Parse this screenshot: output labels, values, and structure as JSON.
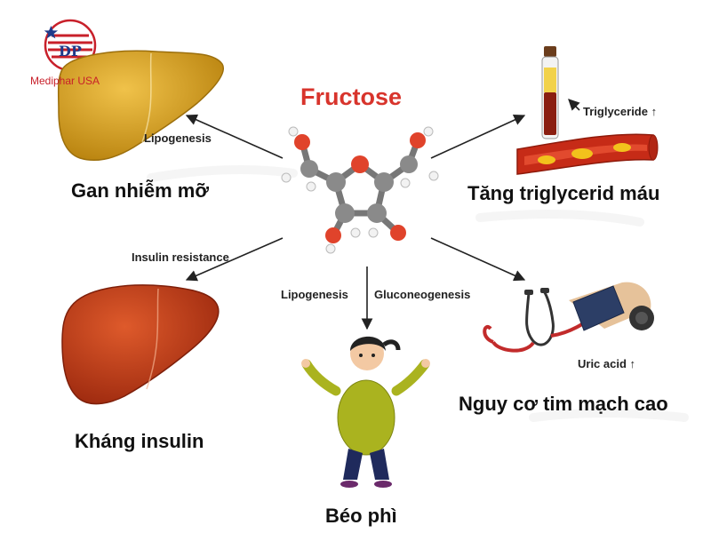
{
  "logo": {
    "text": "Mediphar USA",
    "monogram": "DP",
    "primary_color": "#c8202a",
    "secondary_color": "#1f3a8a"
  },
  "center": {
    "title": "Fructose",
    "title_color": "#d8342c"
  },
  "edges": {
    "top_left": "Lipogenesis",
    "mid_left": "Insulin resistance",
    "bottom_left": "Lipogenesis",
    "bottom_right": "Gluconeogenesis"
  },
  "outcomes": {
    "fatty_liver": "Gan nhiễm mỡ",
    "triglyceride": "Tăng triglycerid máu",
    "insulin_resistance": "Kháng insulin",
    "cardio_risk": "Nguy cơ tim mạch cao",
    "obesity": "Béo phì"
  },
  "annotations": {
    "triglyceride": "Triglyceride ↑",
    "uric_acid": "Uric acid ↑"
  },
  "colors": {
    "fatty_liver": "#d9a21e",
    "damaged_liver": "#c33b1c",
    "artery": "#c62b17",
    "plaque": "#f2c21c"
  }
}
